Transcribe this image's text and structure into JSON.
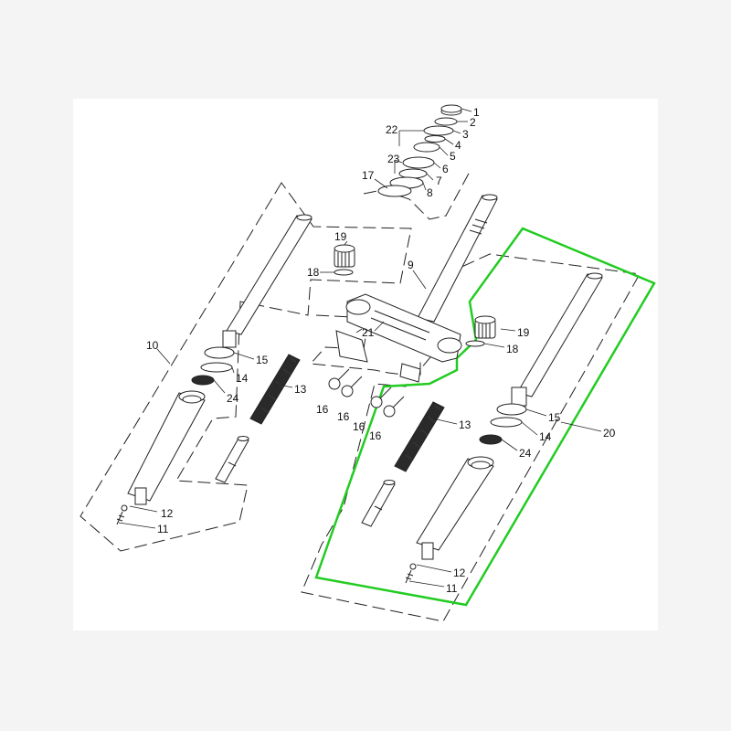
{
  "colors": {
    "highlight": "#22cc22",
    "line": "#222222",
    "background": "#f4f4f4",
    "panel": "#ffffff"
  },
  "callouts": {
    "c1": "1",
    "c2": "2",
    "c3": "3",
    "c4": "4",
    "c5": "5",
    "c6": "6",
    "c7": "7",
    "c8": "8",
    "c9": "9",
    "c10": "10",
    "c11_left": "11",
    "c12_left": "12",
    "c13_left": "13",
    "c14_left": "14",
    "c15_left": "15",
    "c16_a": "16",
    "c16_b": "16",
    "c16_c": "16",
    "c16_d": "16",
    "c17": "17",
    "c18_left": "18",
    "c19_left": "19",
    "c20": "20",
    "c21": "21",
    "c22": "22",
    "c23": "23",
    "c24_left": "24",
    "c11_right": "11",
    "c12_right": "12",
    "c13_right": "13",
    "c14_right": "14",
    "c15_right": "15",
    "c18_right": "18",
    "c19_right": "19",
    "c24_right": "24"
  }
}
